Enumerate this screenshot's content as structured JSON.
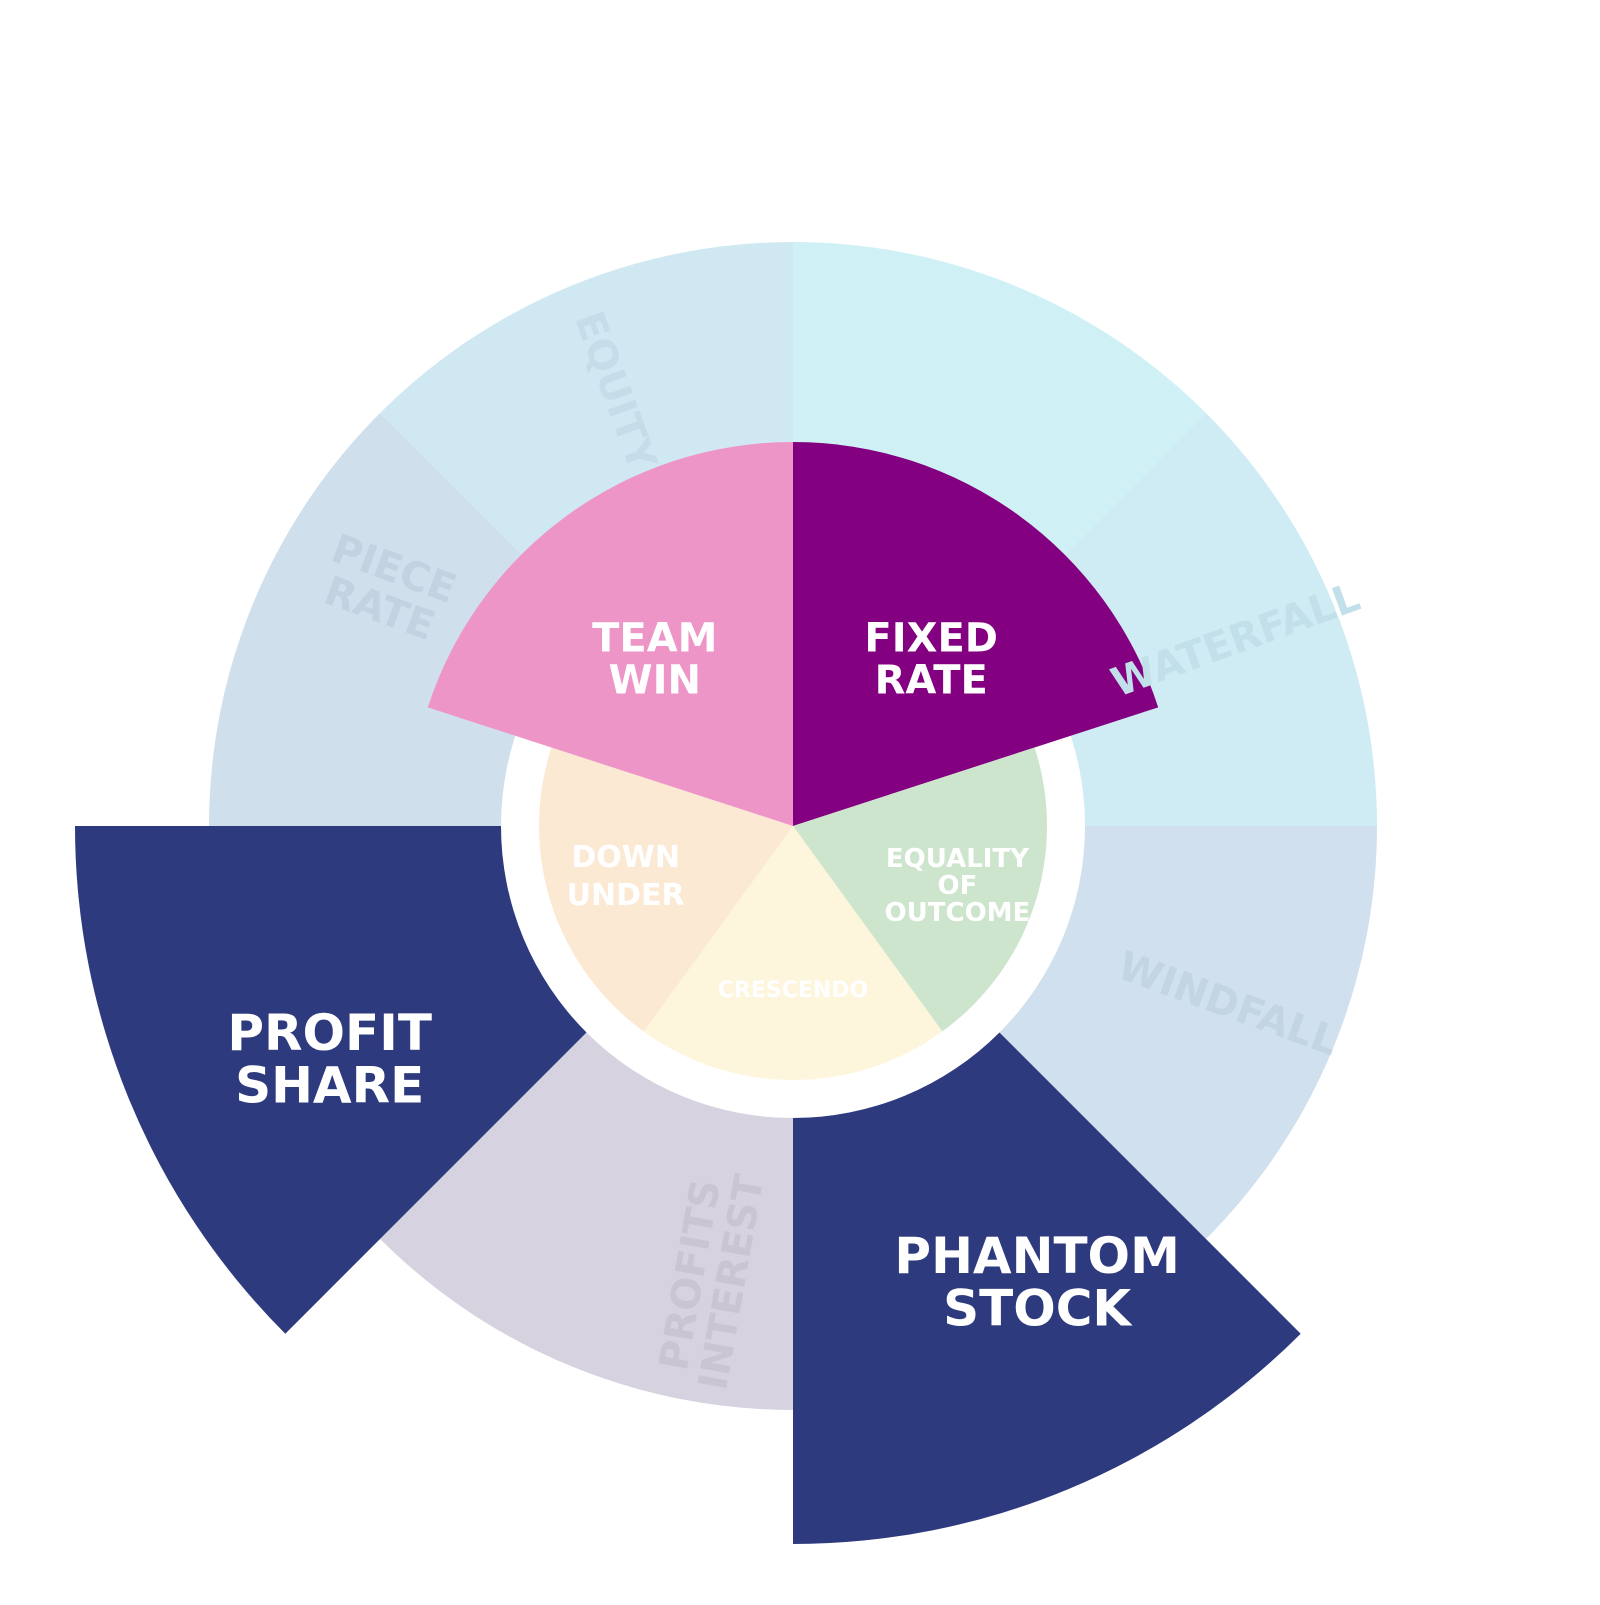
{
  "outer_ring": {
    "segments": [
      {
        "id": "equity",
        "label": [
          "EQUITY"
        ],
        "color": "#cfe8f2",
        "text_color": "#c4dde9",
        "highlighted": false
      },
      {
        "id": "top-right",
        "label": [],
        "color": "#cff1f6",
        "text_color": "#c4e6ec",
        "highlighted": false
      },
      {
        "id": "waterfall",
        "label": [
          "WATERFALL"
        ],
        "color": "#cfebf3",
        "text_color": "#c2e0ea",
        "highlighted": false
      },
      {
        "id": "windfall",
        "label": [
          "WINDFALL"
        ],
        "color": "#d0e0ee",
        "text_color": "#c3d4e3",
        "highlighted": false
      },
      {
        "id": "phantom-stock",
        "label": [
          "PHANTOM",
          "STOCK"
        ],
        "color": "#2e3a7e",
        "text_color": "#ffffff",
        "highlighted": true
      },
      {
        "id": "profits-interest",
        "label": [
          "PROFITS",
          "INTEREST"
        ],
        "color": "#d7d2df",
        "text_color": "#cac5d4",
        "highlighted": false
      },
      {
        "id": "profit-share",
        "label": [
          "PROFIT",
          "SHARE"
        ],
        "color": "#2e3a7e",
        "text_color": "#ffffff",
        "highlighted": true
      },
      {
        "id": "piece-rate",
        "label": [
          "PIECE",
          "RATE"
        ],
        "color": "#d0dfec",
        "text_color": "#c3d2e0",
        "highlighted": false
      }
    ]
  },
  "inner_ring": {
    "segments": [
      {
        "id": "fixed-rate",
        "label": [
          "FIXED",
          "RATE"
        ],
        "color": "#830080",
        "text_color": "#ffffff",
        "highlighted": true
      },
      {
        "id": "equality-of-outcome",
        "label": [
          "EQUALITY",
          "OF",
          "OUTCOME"
        ],
        "color": "#cde5cc",
        "text_color": "#ffffff",
        "highlighted": false
      },
      {
        "id": "crescendo",
        "label": [
          "CRESCENDO"
        ],
        "color": "#fdf5dc",
        "text_color": "#ffffff",
        "highlighted": false
      },
      {
        "id": "down-under",
        "label": [
          "DOWN",
          "UNDER"
        ],
        "color": "#fbe9d4",
        "text_color": "#ffffff",
        "highlighted": false
      },
      {
        "id": "team-win",
        "label": [
          "TEAM",
          "WIN"
        ],
        "color": "#ee95c8",
        "text_color": "#ffffff",
        "highlighted": true
      }
    ]
  }
}
